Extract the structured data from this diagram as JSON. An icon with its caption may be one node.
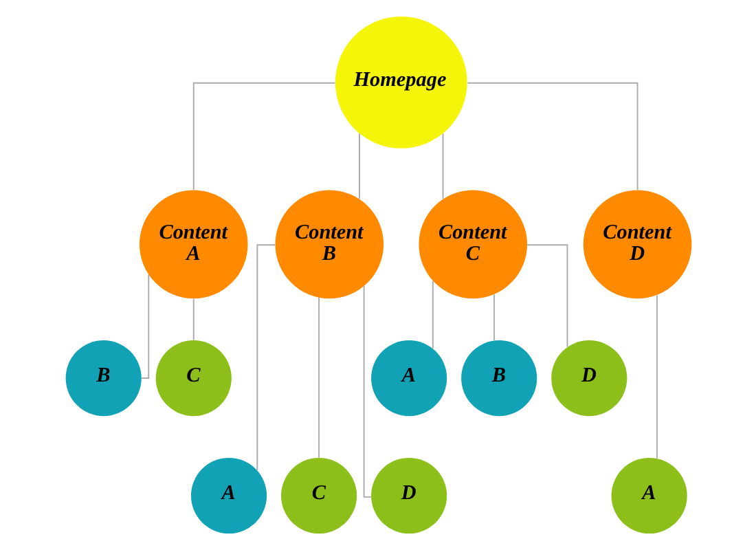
{
  "diagram": {
    "nodes": [
      {
        "text": [
          "Homepage"
        ]
      },
      {
        "text": [
          "Content A"
        ]
      },
      {
        "text": [
          "Content B"
        ]
      },
      {
        "text": [
          "Content C"
        ]
      },
      {
        "text": [
          "Content D"
        ]
      },
      {
        "text": [
          "B"
        ]
      },
      {
        "text": [
          "C"
        ]
      },
      {
        "text": [
          "A"
        ]
      },
      {
        "text": [
          "B"
        ]
      },
      {
        "text": [
          "D"
        ]
      },
      {
        "text": [
          "A"
        ]
      },
      {
        "text": [
          "C"
        ]
      },
      {
        "text": [
          "D"
        ]
      },
      {
        "text": [
          "A"
        ]
      }
    ],
    "edges": [
      {
        "from": 0,
        "to": 1,
        "arrow": "none"
      },
      {
        "from": 0,
        "to": 2,
        "arrow": "none"
      },
      {
        "from": 0,
        "to": 3,
        "arrow": "none"
      },
      {
        "from": 0,
        "to": 4,
        "arrow": "none"
      },
      {
        "from": 1,
        "to": 5,
        "arrow": "none"
      },
      {
        "from": 1,
        "to": 6,
        "arrow": "none"
      },
      {
        "from": 3,
        "to": 7,
        "arrow": "none"
      },
      {
        "from": 3,
        "to": 8,
        "arrow": "none"
      },
      {
        "from": 3,
        "to": 9,
        "arrow": "none"
      },
      {
        "from": 2,
        "to": 10,
        "arrow": "none"
      },
      {
        "from": 2,
        "to": 11,
        "arrow": "none"
      },
      {
        "from": 2,
        "to": 12,
        "arrow": "none"
      },
      {
        "from": 4,
        "to": 13,
        "arrow": "none"
      }
    ]
  }
}
